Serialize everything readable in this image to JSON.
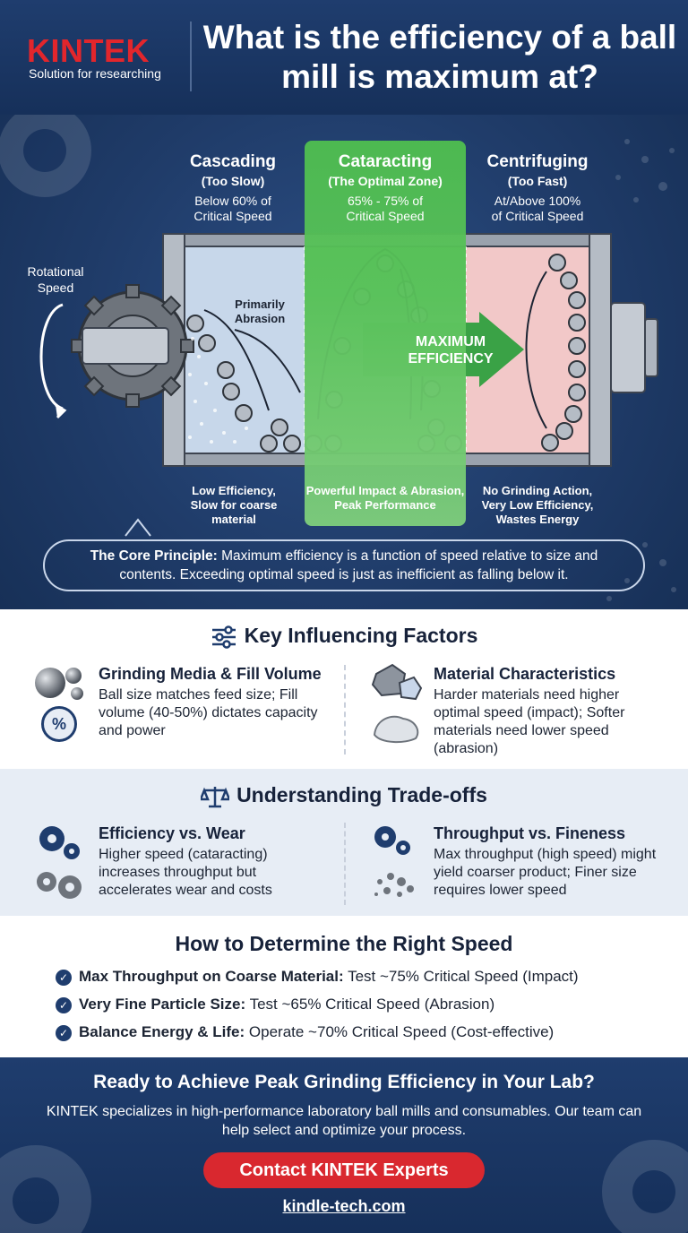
{
  "brand": {
    "name": "KINTEK",
    "tagline": "Solution for researching"
  },
  "header": {
    "title": "What is the efficiency of a ball mill is maximum at?"
  },
  "hero": {
    "rotation_label": "Rotational Speed",
    "zones": [
      {
        "title": "Cascading",
        "subtitle": "(Too Slow)",
        "condition": "Below 60% of Critical Speed",
        "result": "Low Efficiency, Slow for coarse material"
      },
      {
        "title": "Cataracting",
        "subtitle": "(The Optimal Zone)",
        "condition": "65% - 75% of Critical Speed",
        "result": "Powerful Impact & Abrasion, Peak Performance"
      },
      {
        "title": "Centrifuging",
        "subtitle": "(Too Fast)",
        "condition": "At/Above 100% of Critical Speed",
        "result": "No Grinding Action, Very Low Efficiency, Wastes Energy"
      }
    ],
    "abrasion_label": "Primarily Abrasion",
    "max_label": "MAXIMUM EFFICIENCY",
    "principle_label": "The Core Principle:",
    "principle_text": "Maximum efficiency is a function of speed relative to size and contents. Exceeding optimal speed is just as inefficient as falling below it.",
    "colors": {
      "optimal": "#4fbf4f",
      "slow": "#c7d7ea",
      "fast": "#f2c8c8"
    }
  },
  "factors": {
    "title": "Key Influencing Factors",
    "left": {
      "title": "Grinding Media & Fill Volume",
      "text": "Ball size matches feed size; Fill volume (40-50%) dictates capacity and power",
      "percent_icon": "%"
    },
    "right": {
      "title": "Material Characteristics",
      "text": "Harder materials need higher optimal speed (impact); Softer materials need lower speed (abrasion)"
    }
  },
  "tradeoffs": {
    "title": "Understanding Trade-offs",
    "left": {
      "title": "Efficiency vs. Wear",
      "text": "Higher speed (cataracting) increases throughput but accelerates wear and costs"
    },
    "right": {
      "title": "Throughput vs. Fineness",
      "text": "Max throughput (high speed) might yield coarser product; Finer size requires lower speed"
    }
  },
  "speed": {
    "title": "How to Determine the Right Speed",
    "items": [
      {
        "label": "Max Throughput on Coarse Material:",
        "text": "Test ~75% Critical Speed (Impact)"
      },
      {
        "label": "Very Fine Particle Size:",
        "text": "Test ~65% Critical Speed (Abrasion)"
      },
      {
        "label": "Balance Energy & Life:",
        "text": "Operate ~70% Critical Speed (Cost-effective)"
      }
    ]
  },
  "cta": {
    "title": "Ready to Achieve Peak Grinding Efficiency in Your Lab?",
    "text": "KINTEK specializes in high-performance laboratory ball mills and consumables. Our team can help select and optimize your process.",
    "button": "Contact KINTEK Experts",
    "url": "kindle-tech.com"
  }
}
